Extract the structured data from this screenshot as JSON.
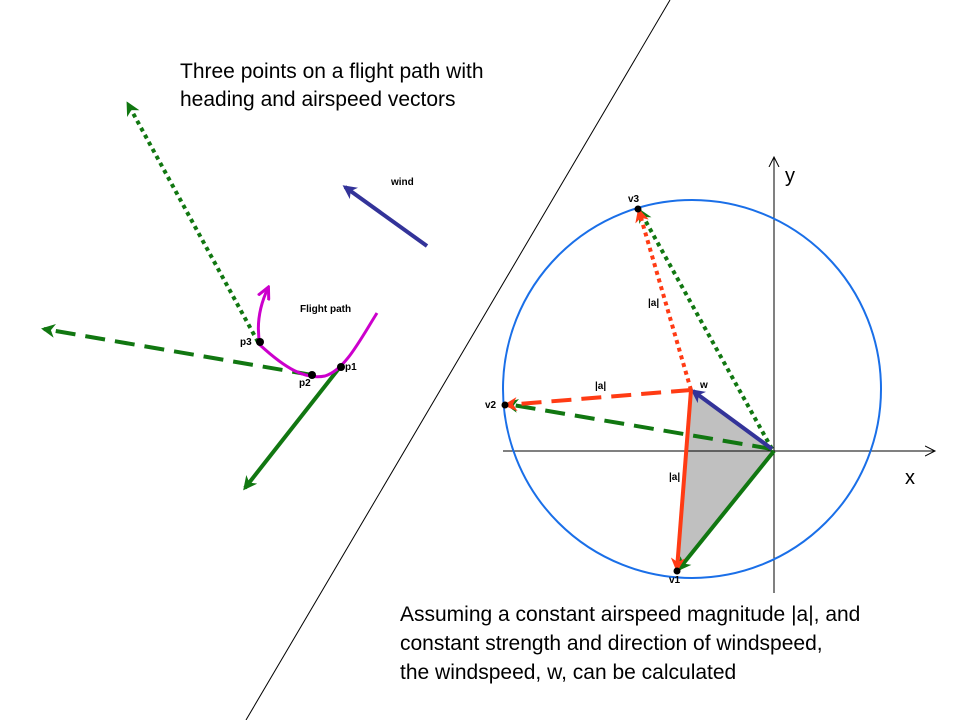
{
  "title": {
    "line1": "Three points on a flight path with",
    "line2": "heading and airspeed vectors"
  },
  "caption": {
    "line1": "Assuming a constant airspeed magnitude |a|, and",
    "line2": "constant strength and direction of windspeed,",
    "line3": "the windspeed, w, can be calculated"
  },
  "left_panel": {
    "wind_label": "wind",
    "flight_path_label": "Flight path",
    "points": [
      {
        "name": "p1",
        "label": "p1"
      },
      {
        "name": "p2",
        "label": "p2"
      },
      {
        "name": "p3",
        "label": "p3"
      }
    ]
  },
  "right_panel": {
    "axis_x_label": "x",
    "axis_y_label": "y",
    "w_label": "w",
    "v1_label": "v1",
    "v2_label": "v2",
    "v3_label": "v3",
    "a_label_1": "|a|",
    "a_label_2": "|a|",
    "a_label_3": "|a|"
  },
  "colors": {
    "heading_green": "#117711",
    "airspeed_red": "#ff3b14",
    "wind_blue": "#333399",
    "circle_blue": "#1a6fe8",
    "flight_path_magenta": "#cc00cc",
    "triangle_fill": "#c0c0c0"
  }
}
